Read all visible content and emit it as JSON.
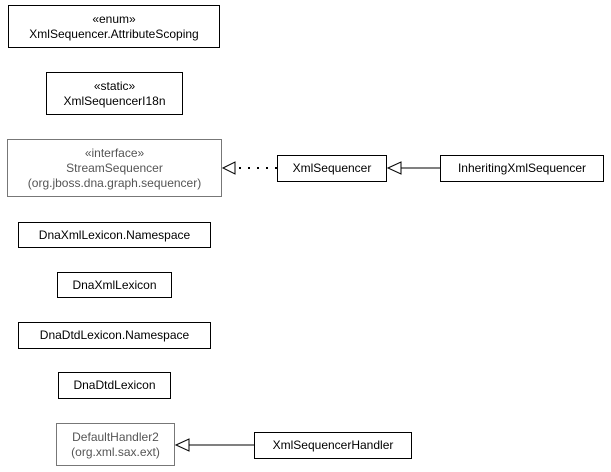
{
  "nodes": {
    "enum_attribute_scoping": {
      "stereotype": "«enum»",
      "name": "XmlSequencer.AttributeScoping"
    },
    "static_i18n": {
      "stereotype": "«static»",
      "name": "XmlSequencerI18n"
    },
    "stream_sequencer": {
      "stereotype": "«interface»",
      "name": "StreamSequencer",
      "package": "(org.jboss.dna.graph.sequencer)"
    },
    "xml_sequencer": {
      "name": "XmlSequencer"
    },
    "inheriting_xml_sequencer": {
      "name": "InheritingXmlSequencer"
    },
    "dna_xml_lexicon_namespace": {
      "name": "DnaXmlLexicon.Namespace"
    },
    "dna_xml_lexicon": {
      "name": "DnaXmlLexicon"
    },
    "dna_dtd_lexicon_namespace": {
      "name": "DnaDtdLexicon.Namespace"
    },
    "dna_dtd_lexicon": {
      "name": "DnaDtdLexicon"
    },
    "default_handler2": {
      "name": "DefaultHandler2",
      "package": "(org.xml.sax.ext)"
    },
    "xml_sequencer_handler": {
      "name": "XmlSequencerHandler"
    }
  },
  "relations": [
    {
      "from": "xml_sequencer",
      "to": "stream_sequencer",
      "type": "realization"
    },
    {
      "from": "inheriting_xml_sequencer",
      "to": "xml_sequencer",
      "type": "generalization"
    },
    {
      "from": "xml_sequencer_handler",
      "to": "default_handler2",
      "type": "generalization"
    }
  ]
}
